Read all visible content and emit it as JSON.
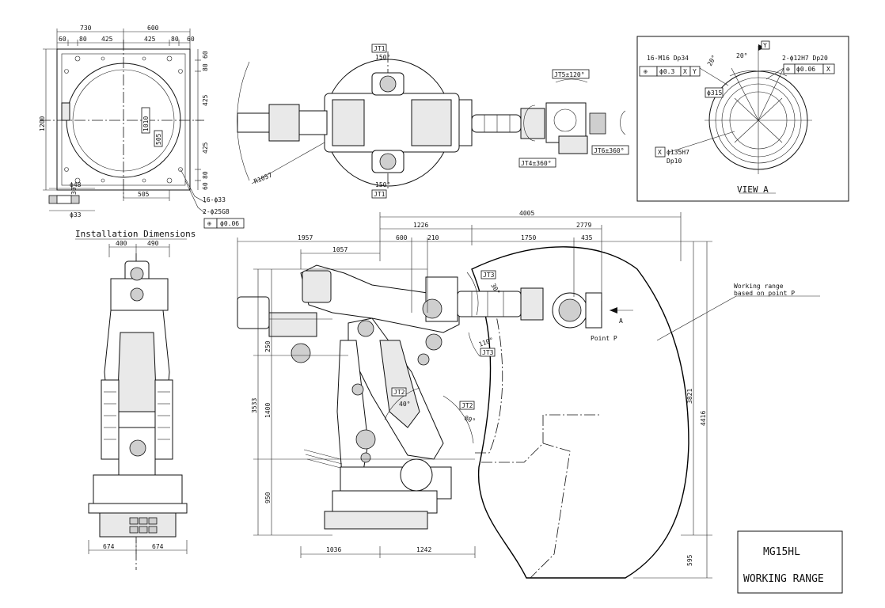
{
  "install": {
    "dims_top": [
      "730",
      "600"
    ],
    "dims_top2": [
      "60",
      "80",
      "425",
      "425",
      "80",
      "60"
    ],
    "dim_left": "1200",
    "dims_right": [
      "60",
      "80",
      "425",
      "425",
      "80",
      "60"
    ],
    "dim_center_v": "1010",
    "dim_center_box": "505",
    "dim_bottom_505": "505",
    "dim_30": "30",
    "hole_48": "ϕ48",
    "hole_33": "ϕ33",
    "bolt_holes": "16-ϕ33",
    "pin_holes": "2-ϕ25G8",
    "tolerance_symbol": "⊕",
    "tolerance_value": "ϕ0.06",
    "title": "Installation Dimensions"
  },
  "top_view": {
    "jt1_top_label": "JT1",
    "jt1_top_angle": "150°",
    "jt1_bottom_label": "JT1",
    "jt1_bottom_angle": "150°",
    "radius": "R1057",
    "jt4": "JT4±360°",
    "jt5": "JT5±120°",
    "jt6": "JT6±360°"
  },
  "view_a": {
    "title": "VIEW A",
    "tapped": "16-M16 Dp34",
    "tol_left": [
      "⊕",
      "ϕ0.3",
      "X",
      "Y"
    ],
    "datum_y": "Y",
    "angle1": "20°",
    "angle2": "20°",
    "pin_holes": "2-ϕ12H7 Dp20",
    "tol_right": [
      "⊕",
      "ϕ0.06",
      "X"
    ],
    "pcd": "ϕ315",
    "bore_datum": "X",
    "bore": "ϕ135H7",
    "bore_depth": "Dp10"
  },
  "front_view": {
    "top_dims": [
      "400",
      "490"
    ],
    "bottom_dims": [
      "674",
      "674"
    ]
  },
  "side_view": {
    "dim_4005": "4005",
    "dim_1226": "1226",
    "dim_2779": "2779",
    "dim_1957": "1957",
    "dim_600": "600",
    "dim_210": "210",
    "dim_1750": "1750",
    "dim_435": "435",
    "dim_1057": "1057",
    "dim_3533": "3533",
    "dim_250": "250",
    "dim_1400": "1400",
    "dim_950": "950",
    "dim_3821": "3821",
    "dim_4416": "4416",
    "dim_595": "595",
    "dim_1036": "1036",
    "dim_1242": "1242",
    "jt3_top": "JT3",
    "jt3_angle_top": "30°",
    "jt3_bottom": "JT3",
    "jt3_angle_bottom": "110°",
    "jt2_left": "JT2",
    "jt2_angle_left": "40°",
    "jt2_right": "JT2",
    "jt2_angle_right": "80°",
    "point_p": "Point P",
    "view_marker": "A",
    "working_range_line1": "Working range",
    "working_range_line2": "based on point P"
  },
  "title_block": {
    "model": "MG15HL",
    "subtitle": "WORKING RANGE"
  }
}
